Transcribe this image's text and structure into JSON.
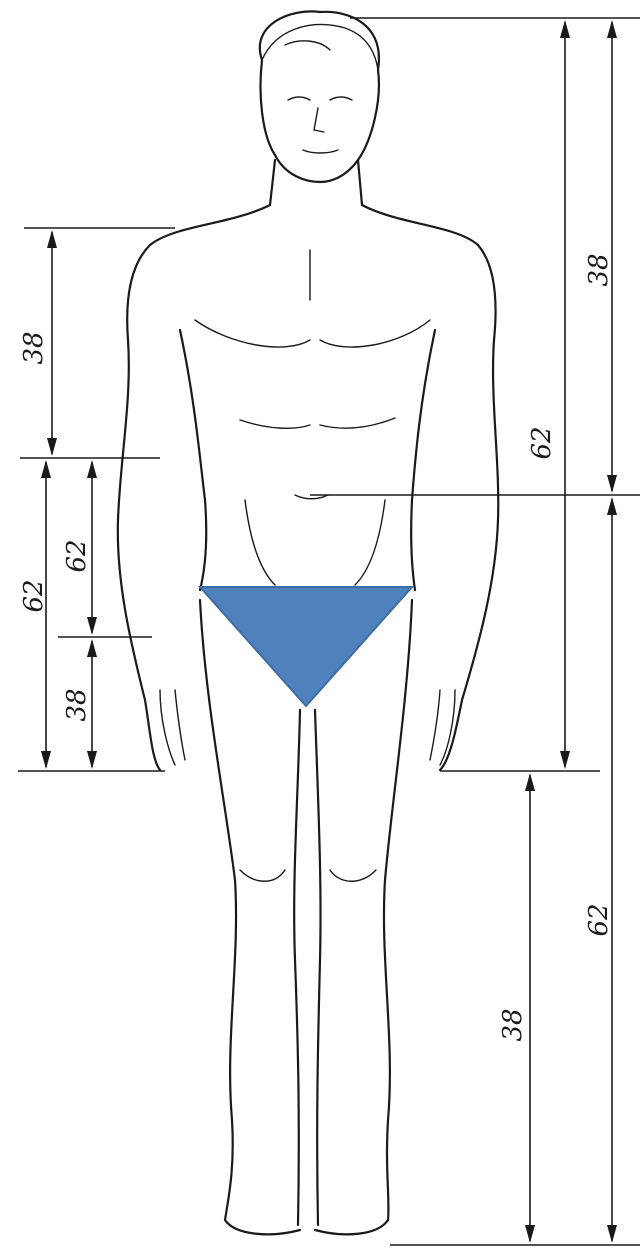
{
  "figure": {
    "subject": "human-figure-front-view",
    "cover_shape_color": "#4F81BD"
  },
  "dimensions": {
    "left_upper_38": "38",
    "left_lower_62": "62",
    "left_inner_62": "62",
    "left_inner_38": "38",
    "right_outer_38": "38",
    "right_inner_62": "62",
    "right_lower_62": "62",
    "right_bottom_38": "38"
  }
}
